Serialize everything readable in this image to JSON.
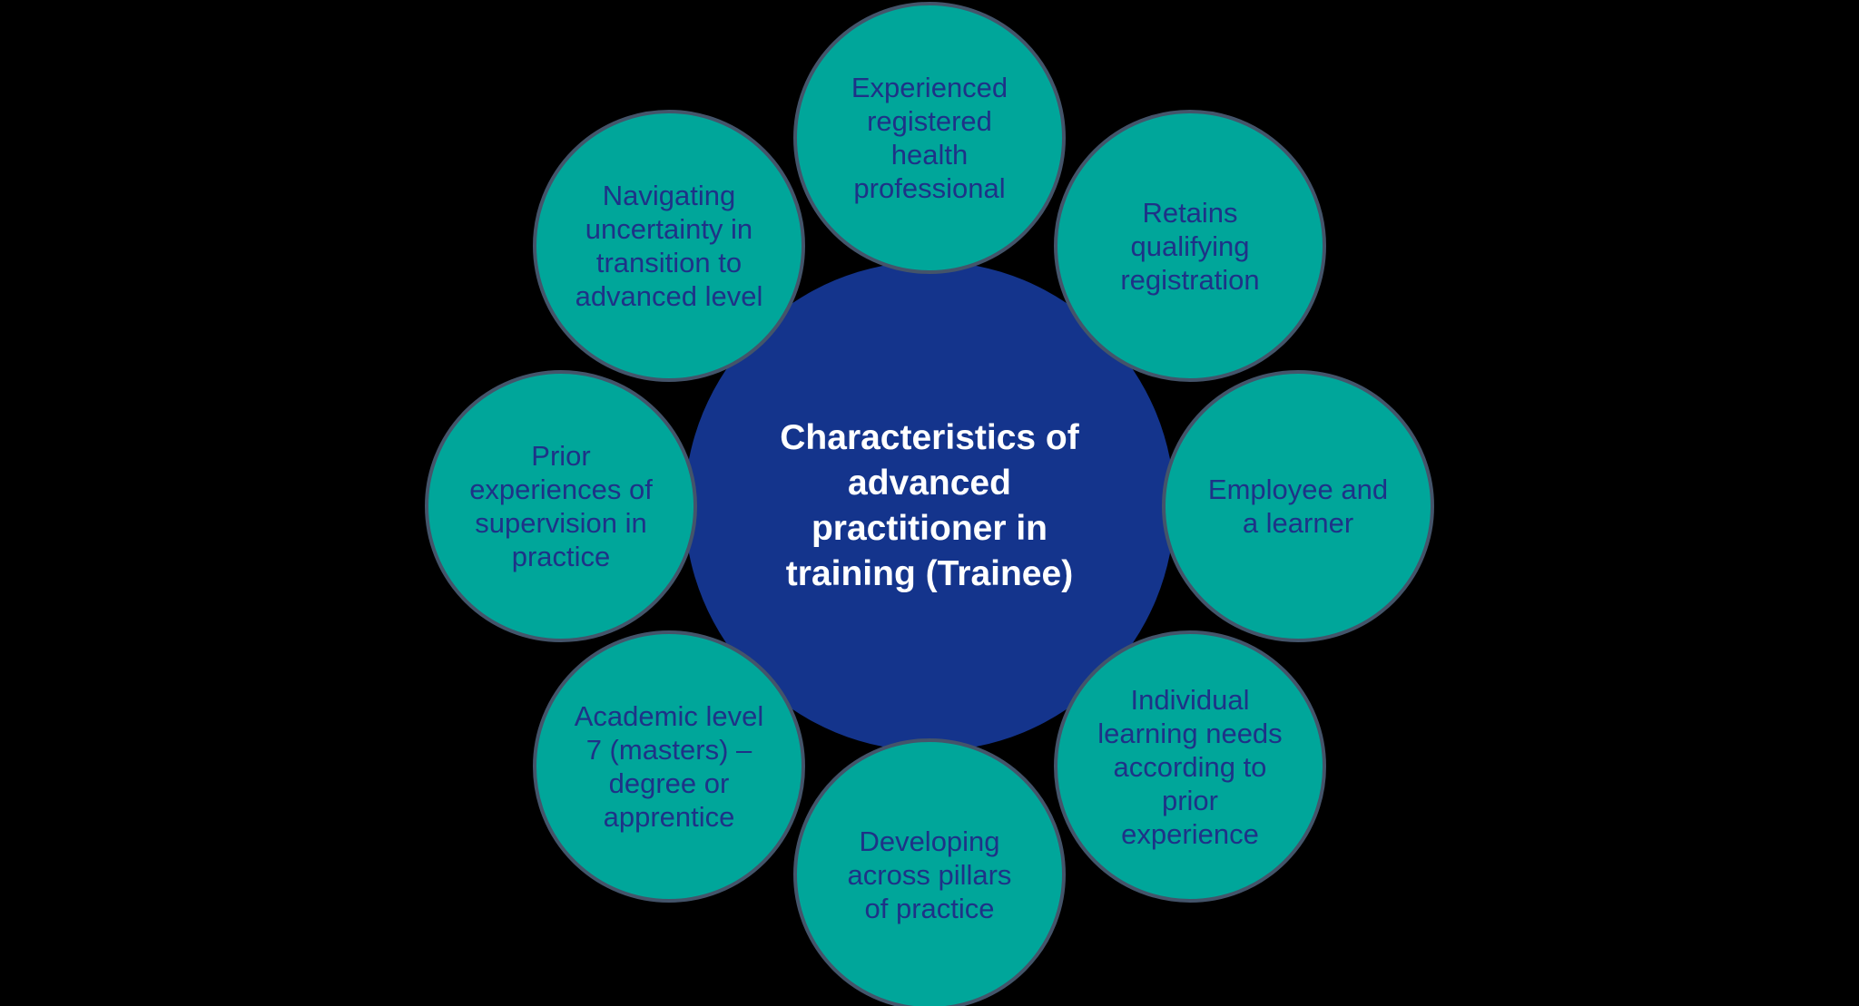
{
  "colors": {
    "canvas-bg": "#000000",
    "hub-fill": "#14348C",
    "hub-text": "#FFFFFF",
    "sat-fill": "#00A69A",
    "sat-text": "#1E3287",
    "outline": "#44546A"
  },
  "diagram": {
    "type": "radial",
    "center": {
      "label": "Characteristics of\nadvanced\npractitioner in\ntraining (Trainee)"
    },
    "satellites": [
      {
        "position": "top",
        "label": "Experienced\nregistered\nhealth\nprofessional"
      },
      {
        "position": "top-right",
        "label": "Retains\nqualifying\nregistration"
      },
      {
        "position": "right",
        "label": "Employee and\na learner"
      },
      {
        "position": "bottom-right",
        "label": "Individual\nlearning needs\naccording to\nprior\nexperience"
      },
      {
        "position": "bottom",
        "label": "Developing\nacross pillars\nof practice"
      },
      {
        "position": "bottom-left",
        "label": "Academic level\n7 (masters) –\ndegree or\napprentice"
      },
      {
        "position": "left",
        "label": "Prior\nexperiences of\nsupervision in\npractice"
      },
      {
        "position": "top-left",
        "label": "Navigating\nuncertainty in\ntransition to\nadvanced level"
      }
    ]
  }
}
